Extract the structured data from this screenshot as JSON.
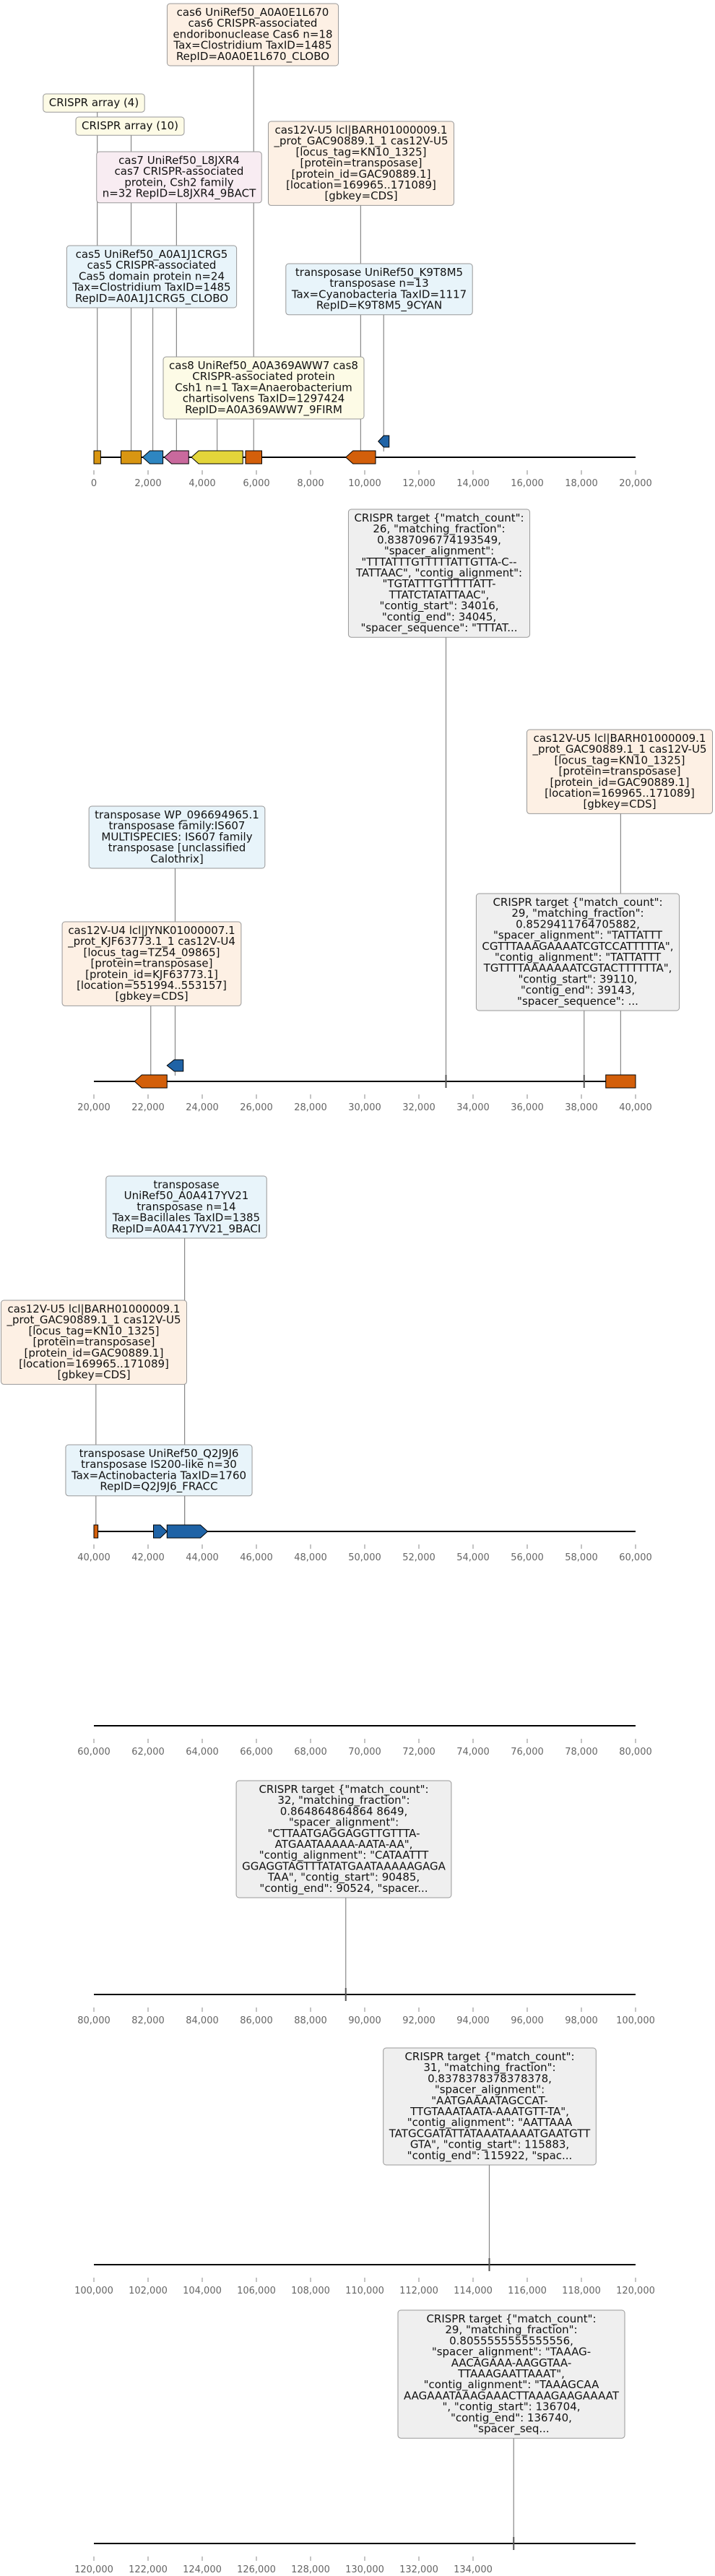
{
  "colors": {
    "orange_box": "#fdf0e4",
    "yellow_box": "#fdfbe6",
    "blue_box": "#e8f4fa",
    "pink_box": "#f8ecf2",
    "gray_box": "#efefef",
    "gene_orange": "#d35f0a",
    "gene_gold": "#d99612",
    "gene_blue": "#2e86c1",
    "gene_pink": "#c9699d",
    "gene_yellow": "#e3d53a",
    "gene_darkblue": "#1f63a6",
    "target_mark": "#555555"
  },
  "tracks": [
    {
      "ticks": [
        "0",
        "2,000",
        "4,000",
        "6,000",
        "8,000",
        "10,000",
        "12,000",
        "14,000",
        "16,000",
        "18,000",
        "20,000"
      ],
      "range": [
        0,
        20000
      ],
      "features": [
        {
          "id": "t1f0",
          "start": 0,
          "end": 250,
          "strand": 0,
          "color": "gene_gold"
        },
        {
          "id": "t1f1",
          "start": 1000,
          "end": 1750,
          "strand": 0,
          "color": "gene_gold"
        },
        {
          "id": "t1f2",
          "start": 1800,
          "end": 2550,
          "strand": -1,
          "color": "gene_blue"
        },
        {
          "id": "t1f3",
          "start": 2600,
          "end": 3500,
          "strand": -1,
          "color": "gene_pink"
        },
        {
          "id": "t1f4",
          "start": 3600,
          "end": 5500,
          "strand": -1,
          "color": "gene_yellow"
        },
        {
          "id": "t1f5",
          "start": 5600,
          "end": 6200,
          "strand": 0,
          "color": "gene_orange"
        },
        {
          "id": "t1f6",
          "start": 9300,
          "end": 10400,
          "strand": -1,
          "color": "gene_orange"
        },
        {
          "id": "t1f7",
          "start": 10500,
          "end": 10900,
          "strand": -1,
          "color": "gene_darkblue",
          "raised": true
        }
      ],
      "targets": [],
      "labels": [
        {
          "text": "cas6 UniRef50_A0A0E1L670\ncas6 CRISPR-associated\nendoribonuclease Cas6 n=18\nTax=Clostridium TaxID=1485\nRepID=A0A0E1L670_CLOBO",
          "box": "orange_box",
          "pos": 5900
        },
        {
          "text": "CRISPR array (4)",
          "box": "yellow_box",
          "pos": 125
        },
        {
          "text": "CRISPR array (10)",
          "box": "yellow_box",
          "pos": 1375
        },
        {
          "text": "cas7 UniRef50_L8JXR4\ncas7 CRISPR-associated\nprotein, Csh2 family\nn=32 RepID=L8JXR4_9BACT",
          "box": "pink_box",
          "pos": 3050
        },
        {
          "text": "cas12V-U5 lcl|BARH01000009.1\n_prot_GAC90889.1_1 cas12V-U5\n[locus_tag=KN10_1325]\n[protein=transposase]\n[protein_id=GAC90889.1]\n[location=169965..171089]\n[gbkey=CDS]",
          "box": "orange_box",
          "pos": 9850
        },
        {
          "text": "cas5 UniRef50_A0A1J1CRG5\ncas5 CRISPR-associated\nCas5 domain protein n=24\nTax=Clostridium TaxID=1485\nRepID=A0A1J1CRG5_CLOBO",
          "box": "blue_box",
          "pos": 2175
        },
        {
          "text": "transposase UniRef50_K9T8M5\ntransposase n=13\nTax=Cyanobacteria TaxID=1117\nRepID=K9T8M5_9CYAN",
          "box": "blue_box",
          "pos": 10700
        },
        {
          "text": "cas8 UniRef50_A0A369AWW7 cas8\nCRISPR-associated protein\nCsh1 n=1 Tax=Anaerobacterium\nchartisolvens TaxID=1297424\nRepID=A0A369AWW7_9FIRM",
          "box": "yellow_box",
          "pos": 4550
        }
      ]
    },
    {
      "ticks": [
        "20,000",
        "22,000",
        "24,000",
        "26,000",
        "28,000",
        "30,000",
        "32,000",
        "34,000",
        "36,000",
        "38,000",
        "40,000"
      ],
      "range": [
        20000,
        40000
      ],
      "features": [
        {
          "id": "t2f0",
          "start": 21500,
          "end": 22700,
          "strand": -1,
          "color": "gene_orange"
        },
        {
          "id": "t2f1",
          "start": 22700,
          "end": 23300,
          "strand": -1,
          "color": "gene_darkblue",
          "raised": true
        },
        {
          "id": "t2f2",
          "start": 38900,
          "end": 40000,
          "strand": 0,
          "color": "gene_orange"
        }
      ],
      "targets": [
        {
          "id": "t2m0",
          "pos": 33000
        },
        {
          "id": "t2m1",
          "pos": 38100
        }
      ],
      "labels": [
        {
          "text": "CRISPR target {\"match_count\":\n26, \"matching_fraction\":\n0.8387096774193549,\n\"spacer_alignment\":\n\"TTTATTTGTTTTTATTGTTA-C--\nTATTAAC\", \"contig_alignment\":\n\"TGTATTTGTTTTTATT-\nTTATCTATATTAAC\",\n\"contig_start\": 34016,\n\"contig_end\": 34045,\n\"spacer_sequence\": \"TTTAT...",
          "box": "gray_box",
          "pos": 33000
        },
        {
          "text": "cas12V-U5 lcl|BARH01000009.1\n_prot_GAC90889.1_1 cas12V-U5\n[locus_tag=KN10_1325]\n[protein=transposase]\n[protein_id=GAC90889.1]\n[location=169965..171089]\n[gbkey=CDS]",
          "box": "orange_box",
          "pos": 39450
        },
        {
          "text": "transposase WP_096694965.1\ntransposase family:IS607\nMULTISPECIES: IS607 family\ntransposase [unclassified\nCalothrix]",
          "box": "blue_box",
          "pos": 23000
        },
        {
          "text": "CRISPR target {\"match_count\":\n29, \"matching_fraction\":\n0.8529411764705882,\n\"spacer_alignment\": \"TATTATTT\nCGTTTAAAGAAAATCGTCCATTTTTA\",\n\"contig_alignment\": \"TATTATTT\nTGTTTTAAAAAAATCGTACTTTTTTA\",\n\"contig_start\": 39110,\n\"contig_end\": 39143,\n\"spacer_sequence\": ...",
          "box": "gray_box",
          "pos": 38100
        },
        {
          "text": "cas12V-U4 lcl|JYNK01000007.1\n_prot_KJF63773.1_1 cas12V-U4\n[locus_tag=TZ54_09865]\n[protein=transposase]\n[protein_id=KJF63773.1]\n[location=551994..553157]\n[gbkey=CDS]",
          "box": "orange_box",
          "pos": 22100
        }
      ]
    },
    {
      "ticks": [
        "40,000",
        "42,000",
        "44,000",
        "46,000",
        "48,000",
        "50,000",
        "52,000",
        "54,000",
        "56,000",
        "58,000",
        "60,000"
      ],
      "range": [
        40000,
        60000
      ],
      "features": [
        {
          "id": "t3f0",
          "start": 40000,
          "end": 40150,
          "strand": 0,
          "color": "gene_orange"
        },
        {
          "id": "t3f1",
          "start": 42200,
          "end": 42700,
          "strand": 1,
          "color": "gene_darkblue"
        },
        {
          "id": "t3f2",
          "start": 42700,
          "end": 44200,
          "strand": 1,
          "color": "gene_darkblue"
        }
      ],
      "targets": [],
      "labels": [
        {
          "text": "transposase\nUniRef50_A0A417YV21\ntransposase n=14\nTax=Bacillales TaxID=1385\nRepID=A0A417YV21_9BACI",
          "box": "blue_box",
          "pos": 43350
        },
        {
          "text": "cas12V-U5 lcl|BARH01000009.1\n_prot_GAC90889.1_1 cas12V-U5\n[locus_tag=KN10_1325]\n[protein=transposase]\n[protein_id=GAC90889.1]\n[location=169965..171089]\n[gbkey=CDS]",
          "box": "orange_box",
          "pos": 40075
        },
        {
          "text": "transposase UniRef50_Q2J9J6\ntransposase IS200-like n=30\nTax=Actinobacteria TaxID=1760\nRepID=Q2J9J6_FRACC",
          "box": "blue_box",
          "pos": 43350
        }
      ]
    },
    {
      "ticks": [
        "60,000",
        "62,000",
        "64,000",
        "66,000",
        "68,000",
        "70,000",
        "72,000",
        "74,000",
        "76,000",
        "78,000",
        "80,000"
      ],
      "range": [
        60000,
        80000
      ],
      "features": [],
      "targets": [],
      "labels": []
    },
    {
      "ticks": [
        "80,000",
        "82,000",
        "84,000",
        "86,000",
        "88,000",
        "90,000",
        "92,000",
        "94,000",
        "96,000",
        "98,000",
        "100,000"
      ],
      "range": [
        80000,
        100000
      ],
      "features": [],
      "targets": [
        {
          "id": "t5m0",
          "pos": 89300
        }
      ],
      "labels": [
        {
          "text": "CRISPR target {\"match_count\":\n32, \"matching_fraction\":\n0.864864864864 8649,\n\"spacer_alignment\":\n\"CTTAATGAGGAGGTTGTTTA-\nATGAATAAAAA-AATA-AA\",\n\"contig_alignment\": \"CATAATTT\nGGAGGTAGTTTATATGAATAAAAAGAGA\nTAA\", \"contig_start\": 90485,\n\"contig_end\": 90524, \"spacer...",
          "box": "gray_box",
          "pos": 89300
        }
      ]
    },
    {
      "ticks": [
        "100,000",
        "102,000",
        "104,000",
        "106,000",
        "108,000",
        "110,000",
        "112,000",
        "114,000",
        "116,000",
        "118,000",
        "120,000"
      ],
      "range": [
        100000,
        120000
      ],
      "features": [],
      "targets": [
        {
          "id": "t6m0",
          "pos": 114600
        }
      ],
      "labels": [
        {
          "text": "CRISPR target {\"match_count\":\n31, \"matching_fraction\":\n0.8378378378378378,\n\"spacer_alignment\":\n\"AATGAAAATAGCCAT-\nTTGTAAATAATA-AAATGTT-TA\",\n\"contig_alignment\": \"AATTAAA\nTATGCGATATTATAAATAAAATGAATGTT\nGTA\", \"contig_start\": 115883,\n\"contig_end\": 115922, \"spac...",
          "box": "gray_box",
          "pos": 114600
        }
      ]
    },
    {
      "ticks": [
        "120,000",
        "122,000",
        "124,000",
        "126,000",
        "128,000",
        "130,000",
        "132,000",
        "134,000"
      ],
      "range": [
        120000,
        140000
      ],
      "features": [],
      "targets": [
        {
          "id": "t7m0",
          "pos": 135500
        }
      ],
      "labels": [
        {
          "text": "CRISPR target {\"match_count\":\n29, \"matching_fraction\":\n0.8055555555555556,\n\"spacer_alignment\": \"TAAAG-\nAACAGAAA-AAGGTAA-\nTTAAAGAATTAAAT\",\n\"contig_alignment\": \"TAAAGCAA\nAAGAAATAAAGAAACTTAAAGAAGAAAAT\n\", \"contig_start\": 136704,\n\"contig_end\": 136740,\n\"spacer_seq...",
          "box": "gray_box",
          "pos": 135500
        }
      ]
    }
  ]
}
